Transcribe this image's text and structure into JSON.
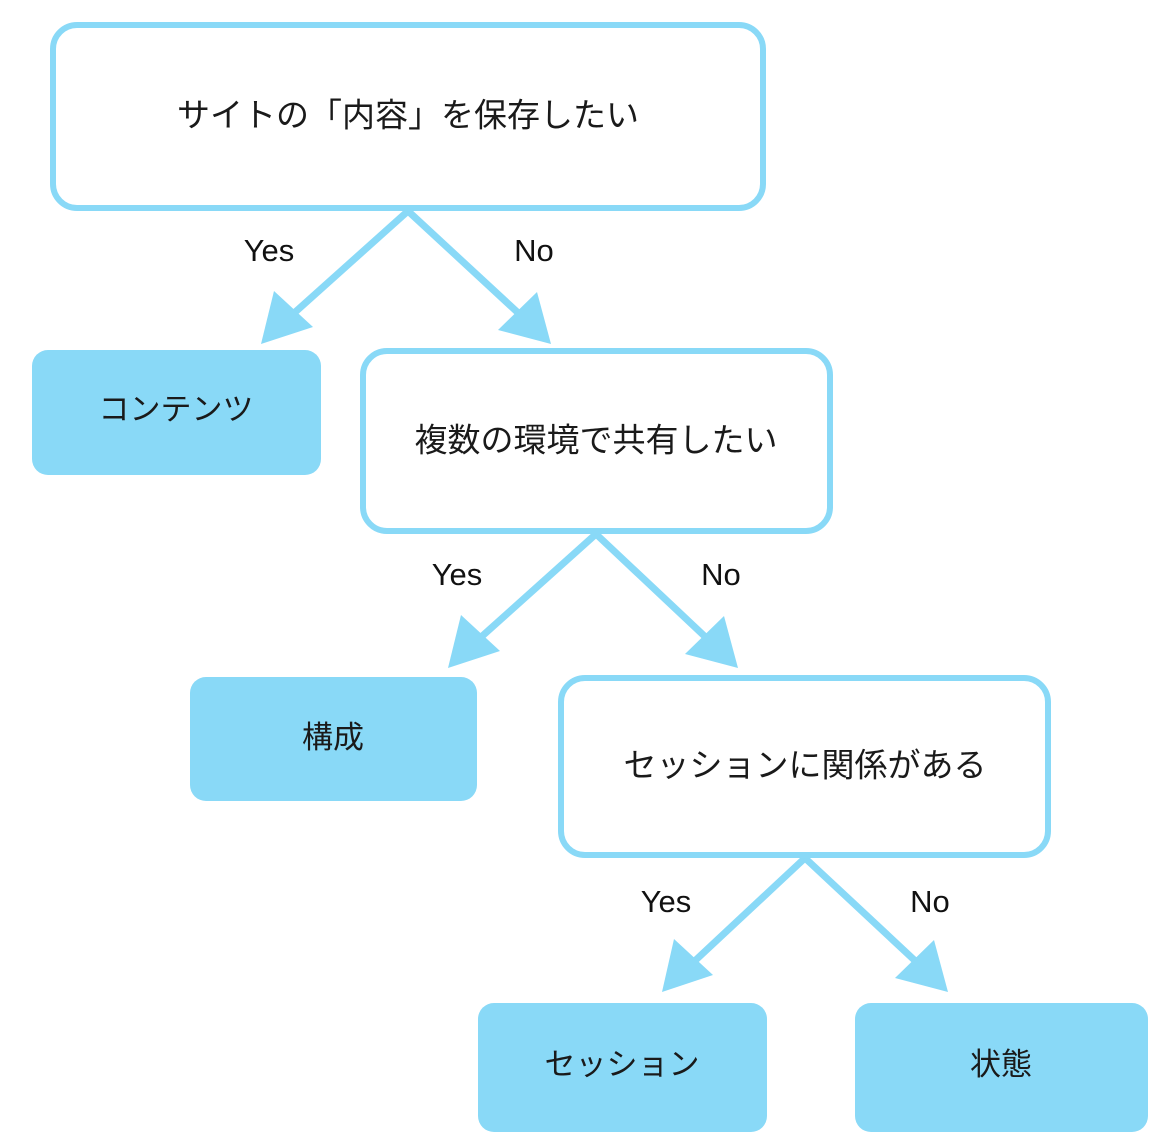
{
  "diagram": {
    "type": "decision-tree",
    "language": "ja",
    "colors": {
      "node_fill_leaf": "#89d9f7",
      "node_fill_decision": "#ffffff",
      "node_stroke": "#89d9f7",
      "edge": "#89d9f7",
      "text": "#1a1a1a",
      "background": "#ffffff"
    },
    "nodes": [
      {
        "id": "root",
        "kind": "decision",
        "label": "サイトの「内容」を保存したい"
      },
      {
        "id": "contents",
        "kind": "result",
        "label": "コンテンツ"
      },
      {
        "id": "share",
        "kind": "decision",
        "label": "複数の環境で共有したい"
      },
      {
        "id": "config",
        "kind": "result",
        "label": "構成"
      },
      {
        "id": "session-q",
        "kind": "decision",
        "label": "セッションに関係がある"
      },
      {
        "id": "session",
        "kind": "result",
        "label": "セッション"
      },
      {
        "id": "state",
        "kind": "result",
        "label": "状態"
      }
    ],
    "edges": [
      {
        "from": "root",
        "to": "contents",
        "label": "Yes"
      },
      {
        "from": "root",
        "to": "share",
        "label": "No"
      },
      {
        "from": "share",
        "to": "config",
        "label": "Yes"
      },
      {
        "from": "share",
        "to": "session-q",
        "label": "No"
      },
      {
        "from": "session-q",
        "to": "session",
        "label": "Yes"
      },
      {
        "from": "session-q",
        "to": "state",
        "label": "No"
      }
    ]
  }
}
